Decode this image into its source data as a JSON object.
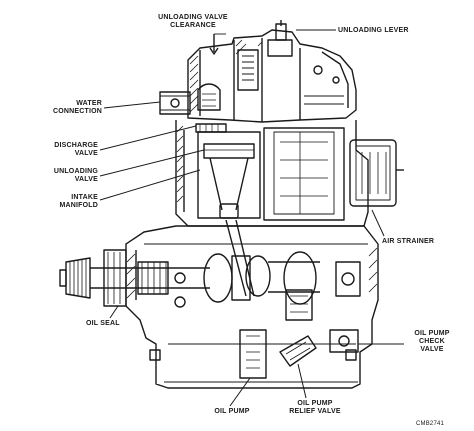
{
  "labels": {
    "unloading_valve_clearance": [
      "UNLOADING VALVE",
      "CLEARANCE"
    ],
    "unloading_lever": "UNLOADING LEVER",
    "water_connection": [
      "WATER",
      "CONNECTION"
    ],
    "discharge_valve": [
      "DISCHARGE",
      "VALVE"
    ],
    "unloading_valve": [
      "UNLOADING",
      "VALVE"
    ],
    "intake_manifold": [
      "INTAKE",
      "MANIFOLD"
    ],
    "air_strainer": "AIR STRAINER",
    "oil_seal": "OIL SEAL",
    "oil_pump_check_valve": [
      "OIL PUMP",
      "CHECK",
      "VALVE"
    ],
    "oil_pump": "OIL PUMP",
    "oil_pump_relief_valve": [
      "OIL PUMP",
      "RELIEF VALVE"
    ],
    "figure_code": "CMB2741"
  },
  "colors": {
    "ink": "#1a1a1a",
    "background": "#ffffff"
  }
}
